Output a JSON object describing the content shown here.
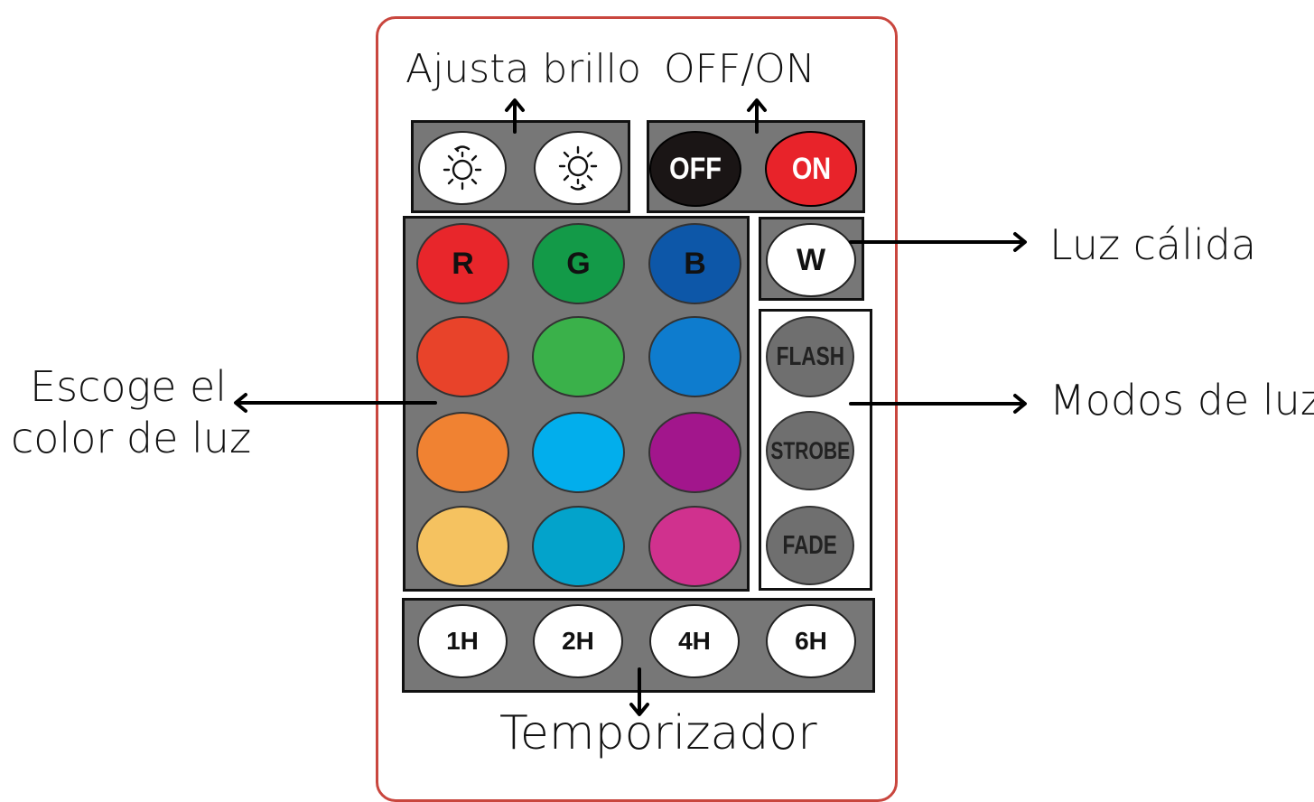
{
  "labels": {
    "brightness": "Ajusta brillo",
    "power": "OFF/ON",
    "warm": "Luz cálida",
    "color_line1": "Escoge el",
    "color_line2": "color de luz",
    "modes": "Modos de luz",
    "timer": "Temporizador"
  },
  "brightness_buttons": [
    {
      "icon": "brightness-up-icon"
    },
    {
      "icon": "brightness-down-icon"
    }
  ],
  "power_buttons": [
    {
      "label": "OFF",
      "color": "#1a1515"
    },
    {
      "label": "ON",
      "color": "#e8232a"
    }
  ],
  "warm_button": {
    "label": "W"
  },
  "color_rows": [
    [
      {
        "label": "R",
        "color": "#e8262b"
      },
      {
        "label": "G",
        "color": "#139a48"
      },
      {
        "label": "B",
        "color": "#0d57a8"
      }
    ],
    [
      {
        "label": "",
        "color": "#e8432a"
      },
      {
        "label": "",
        "color": "#3ab14a"
      },
      {
        "label": "",
        "color": "#0e7cce"
      }
    ],
    [
      {
        "label": "",
        "color": "#f08232"
      },
      {
        "label": "",
        "color": "#02aeec"
      },
      {
        "label": "",
        "color": "#a2168c"
      }
    ],
    [
      {
        "label": "",
        "color": "#f5c260"
      },
      {
        "label": "",
        "color": "#03a3cb"
      },
      {
        "label": "",
        "color": "#d0318e"
      }
    ]
  ],
  "mode_buttons": [
    {
      "label": "FLASH"
    },
    {
      "label": "STROBE"
    },
    {
      "label": "FADE"
    }
  ],
  "timer_buttons": [
    {
      "label": "1H"
    },
    {
      "label": "2H"
    },
    {
      "label": "4H"
    },
    {
      "label": "6H"
    }
  ],
  "colors": {
    "remote_border": "#c9463e",
    "panel": "#777777",
    "mode_button": "#6f6f6f"
  }
}
